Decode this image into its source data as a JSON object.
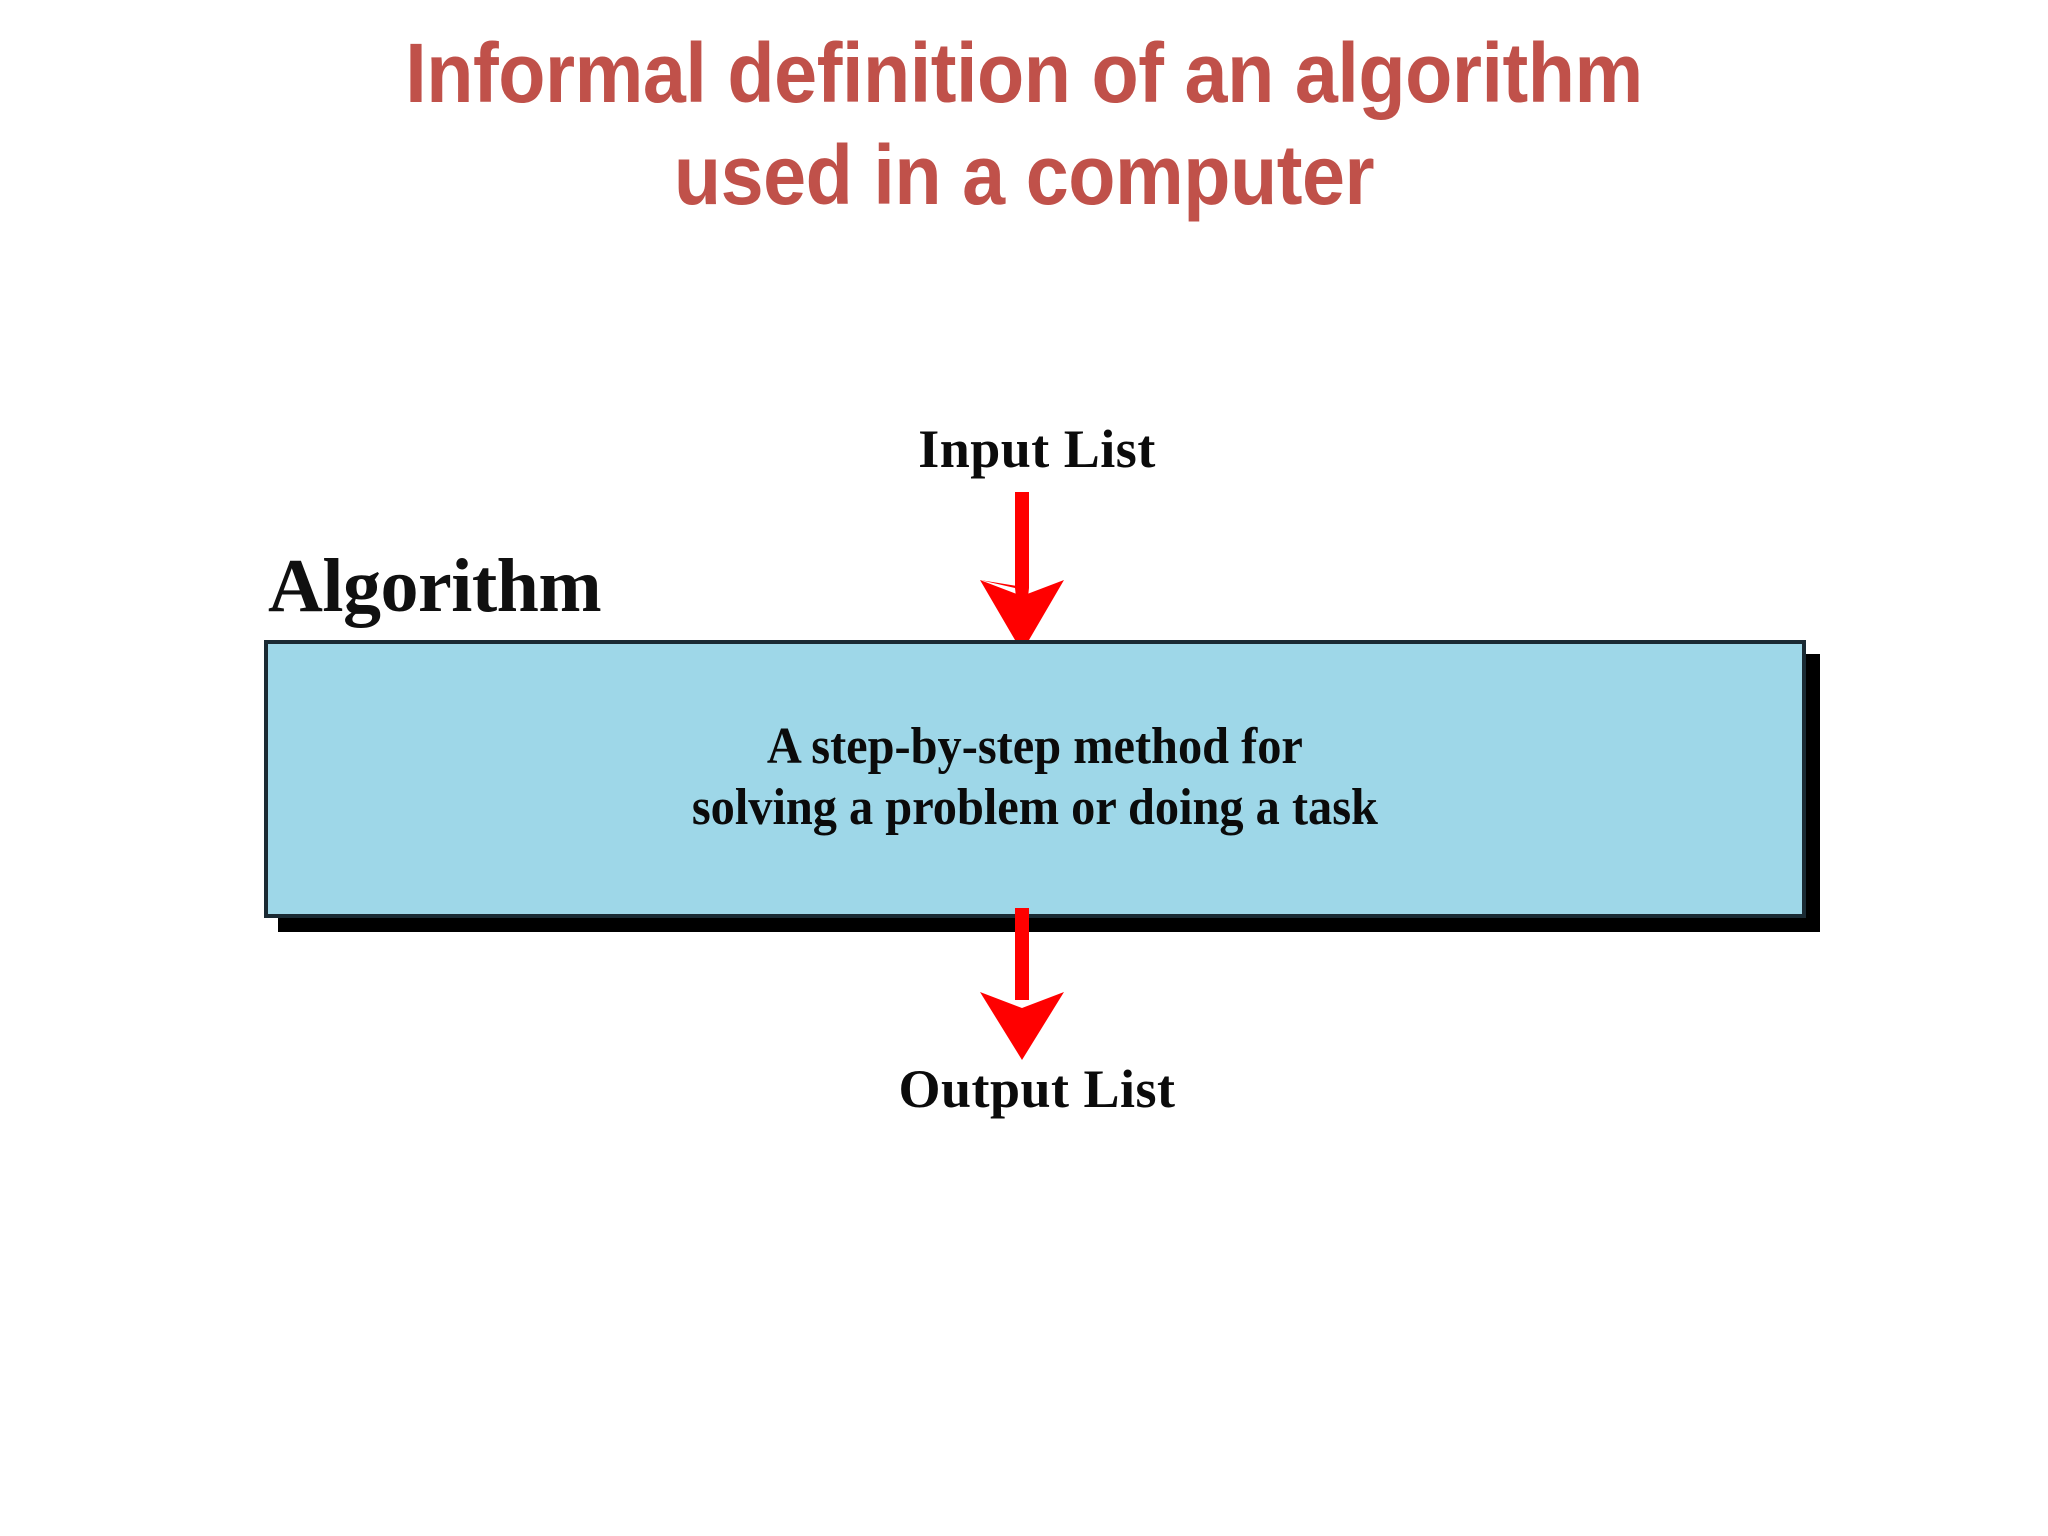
{
  "slide": {
    "background_color": "#ffffff",
    "title": {
      "text": "Informal definition of an algorithm\nused in a computer",
      "line1": "Informal definition of an algorithm",
      "line2": "used in a computer",
      "color": "#c0514a"
    },
    "diagram": {
      "caption": "Algorithm",
      "input_label": "Input List",
      "output_label": "Output List",
      "box_text": "A step-by-step method for\nsolving a problem or doing a task",
      "box_text_line1": "A step-by-step method for",
      "box_text_line2": "solving a problem or doing a task",
      "box_fill_color": "#9ed7e8",
      "box_border_color": "#1a2a33",
      "box_shadow_color": "#000000",
      "arrow_color": "#ff0000",
      "text_color": "#0b0b0b",
      "input_arrow_name": "down-arrow-icon",
      "output_arrow_name": "down-arrow-icon"
    }
  }
}
